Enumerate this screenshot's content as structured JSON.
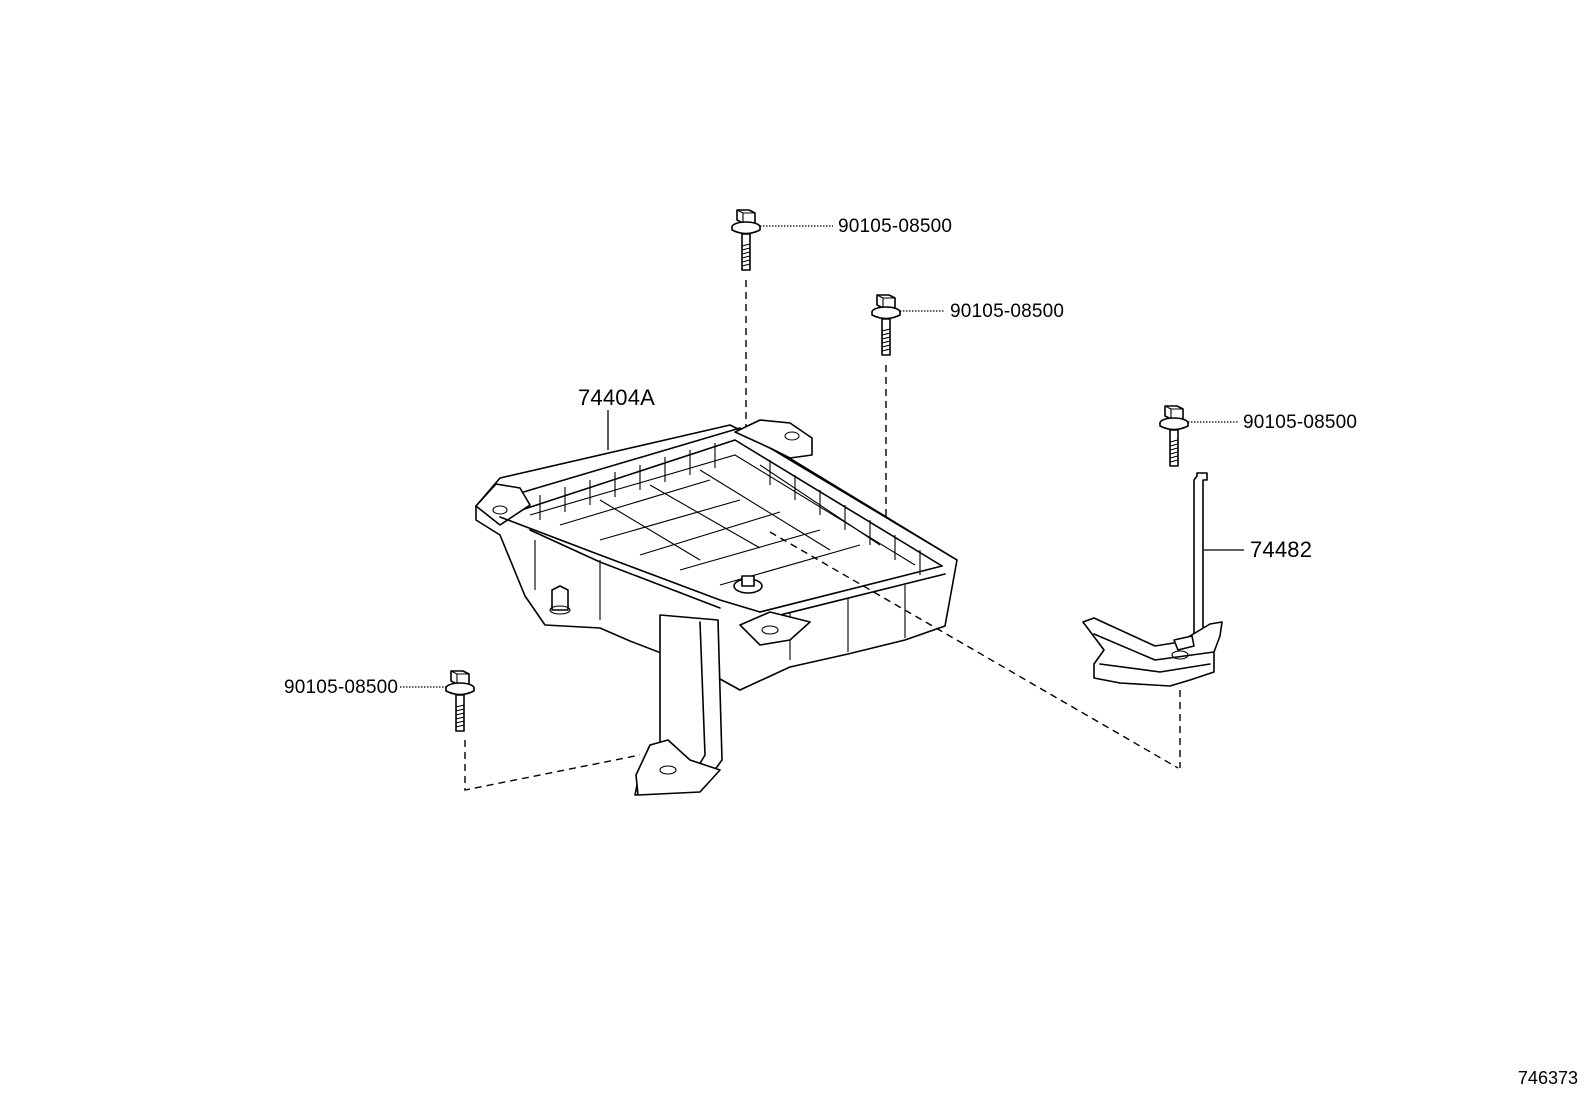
{
  "labels": {
    "bolt_top": "90105-08500",
    "bolt_middle": "90105-08500",
    "bolt_right": "90105-08500",
    "bolt_left": "90105-08500",
    "tray": "74404A",
    "clamp": "74482"
  },
  "figure_id": "746373"
}
